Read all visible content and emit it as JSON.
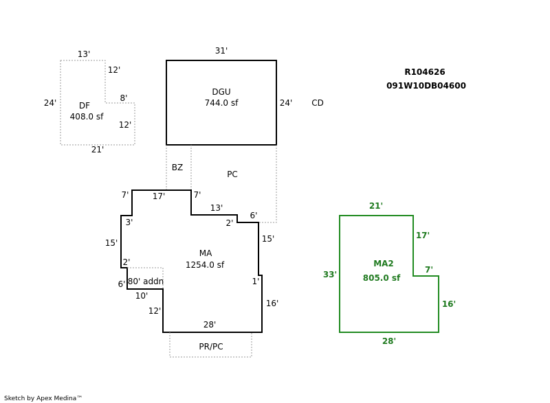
{
  "property": {
    "parcel_id": "R104626",
    "map_number": "091W10DB04600"
  },
  "footer": "Sketch by Apex Medina™",
  "areas": {
    "df": {
      "code": "DF",
      "area": "408.0 sf",
      "dims": [
        "13'",
        "12'",
        "8'",
        "12'",
        "21'",
        "24'"
      ]
    },
    "dgu": {
      "code": "DGU",
      "area": "744.0 sf",
      "dims": [
        "31'",
        "24'"
      ]
    },
    "cd": {
      "code": "CD"
    },
    "bz": {
      "code": "BZ"
    },
    "pc": {
      "code": "PC"
    },
    "ma": {
      "code": "MA",
      "area": "1254.0 sf",
      "dims": [
        "7'",
        "17'",
        "7'",
        "13'",
        "2'",
        "6'",
        "3'",
        "15'",
        "15'",
        "2'",
        "6'",
        "1'",
        "10'",
        "16'",
        "12'",
        "28'"
      ]
    },
    "addn": {
      "code": "80' addn"
    },
    "prpc": {
      "code": "PR/PC"
    },
    "ma2": {
      "code": "MA2",
      "area": "805.0 sf",
      "dims": [
        "21'",
        "17'",
        "7'",
        "33'",
        "16'",
        "28'"
      ]
    }
  },
  "colors": {
    "outline": "#000000",
    "dotted": "#9a9a9a",
    "ma2": "#1f8a1f"
  }
}
